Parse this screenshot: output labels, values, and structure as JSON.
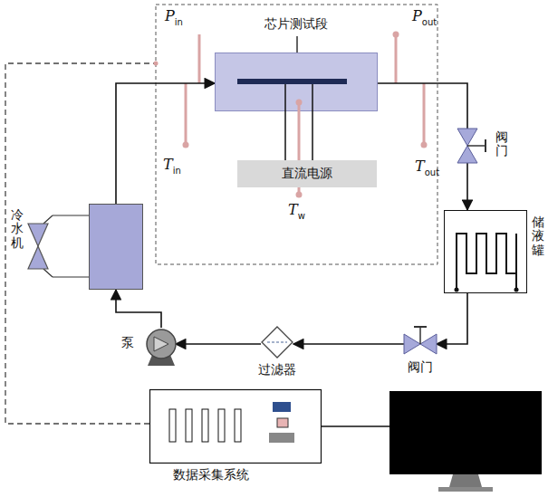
{
  "diagram": {
    "nodes": [
      {
        "text": [
          "芯片测试段"
        ]
      },
      {
        "text": [
          "直流电源"
        ]
      },
      {
        "text": [
          "储液罐"
        ]
      },
      {
        "text": [
          "阀门"
        ]
      },
      {
        "text": [
          "阀门"
        ]
      },
      {
        "text": [
          "过滤器"
        ]
      },
      {
        "text": [
          "泵"
        ]
      },
      {
        "text": [
          "冷水机"
        ]
      },
      {
        "text": [
          "数据采集系统"
        ]
      }
    ],
    "edges": [
      {
        "from": 0,
        "to": 3,
        "arrow": "none"
      },
      {
        "from": 3,
        "to": 2,
        "arrow": "to"
      },
      {
        "from": 2,
        "to": 4,
        "arrow": "to"
      },
      {
        "from": 4,
        "to": 5,
        "arrow": "to"
      },
      {
        "from": 5,
        "to": 6,
        "arrow": "to"
      },
      {
        "from": 6,
        "to": 7,
        "arrow": "to"
      },
      {
        "from": 7,
        "to": 0,
        "arrow": "to"
      }
    ],
    "labels": [
      "P",
      "in",
      "P",
      "out",
      "T",
      "in",
      "T",
      "out",
      "T",
      "w"
    ]
  }
}
